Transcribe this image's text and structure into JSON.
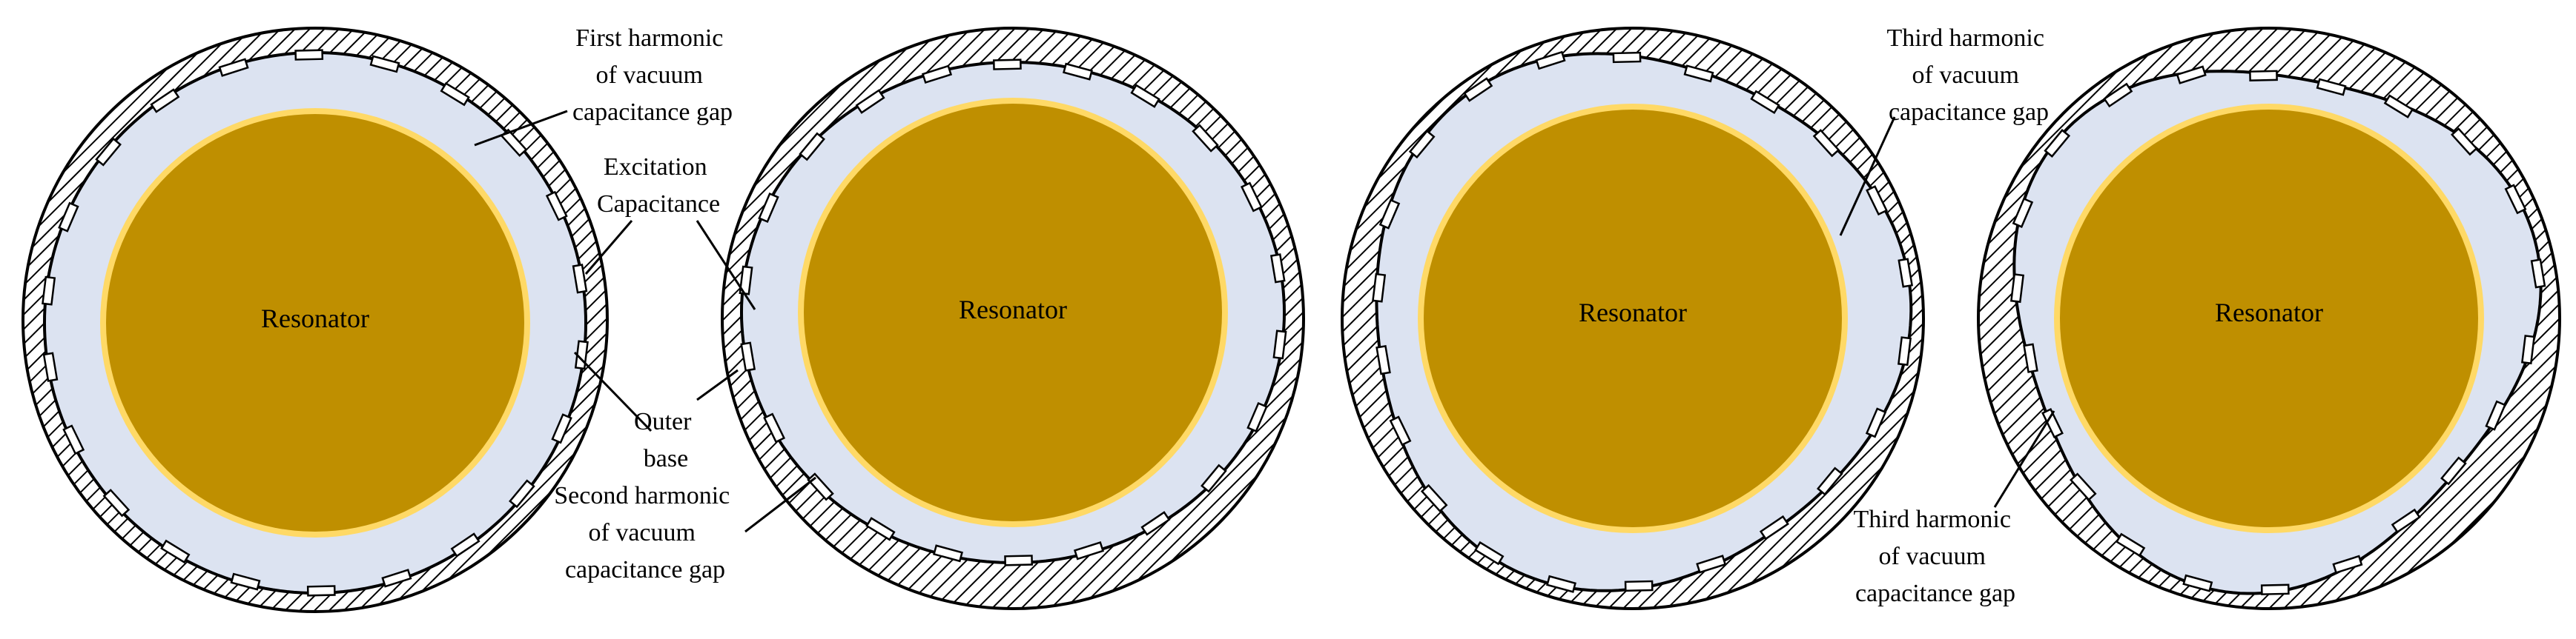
{
  "colors": {
    "background": "#ffffff",
    "stroke": "#000000",
    "hatch_band": "#ffffff",
    "gap_fill": "#dce3f1",
    "resonator_fill": "#bf8f00",
    "resonator_rim": "#ffd966",
    "electrode_fill": "#ffffff"
  },
  "panels": [
    {
      "resonator_label": "Resonator",
      "harmonic": 1
    },
    {
      "resonator_label": "Resonator",
      "harmonic": 2
    },
    {
      "resonator_label": "Resonator",
      "harmonic": 3
    },
    {
      "resonator_label": "Resonator",
      "harmonic": 3
    }
  ],
  "labels": {
    "first_harmonic": [
      "First harmonic",
      "of vacuum",
      "capacitance gap"
    ],
    "excitation": [
      "Excitation",
      "Capacitance"
    ],
    "outer_base": [
      "Outer",
      "base"
    ],
    "second_harmonic": [
      "Second harmonic",
      "of vacuum",
      "capacitance gap"
    ],
    "third_harmonic_top": [
      "Third harmonic",
      "of vacuum",
      "capacitance gap"
    ],
    "third_harmonic_bottom": [
      "Third harmonic",
      "of vacuum",
      "capacitance gap"
    ]
  }
}
